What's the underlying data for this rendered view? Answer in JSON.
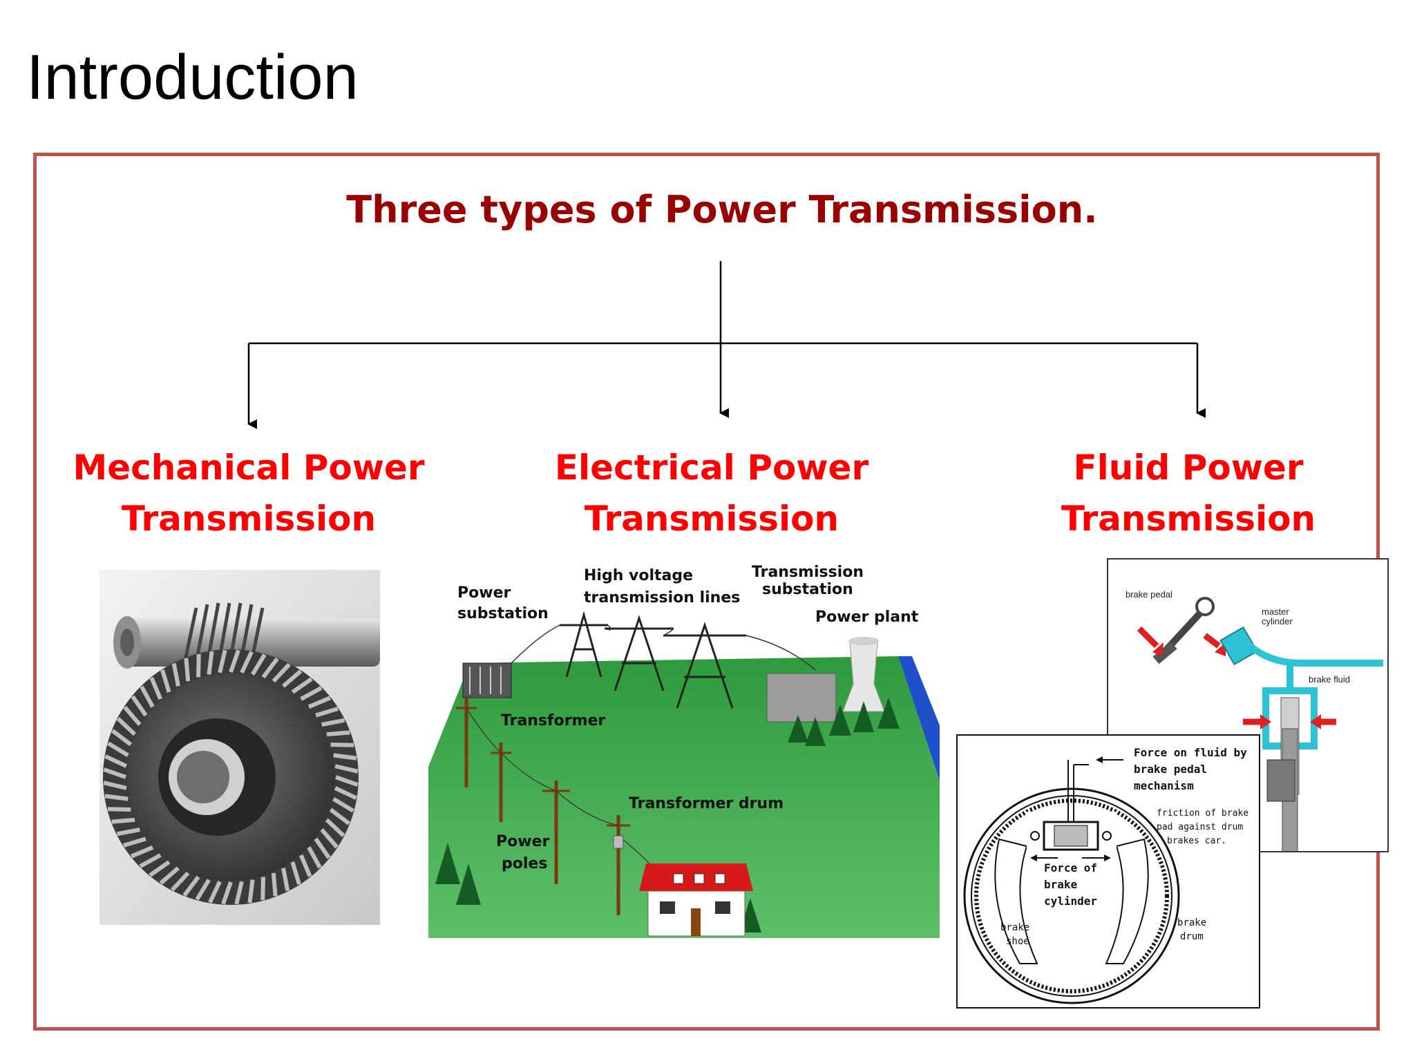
{
  "slide": {
    "title": "Introduction"
  },
  "diagram": {
    "title": "Three types of Power Transmission.",
    "branches": [
      {
        "line1": "Mechanical Power",
        "line2": "Transmission"
      },
      {
        "line1": "Electrical Power",
        "line2": "Transmission"
      },
      {
        "line1": "Fluid Power",
        "line2": "Transmission"
      }
    ]
  },
  "electrical_image": {
    "labels": {
      "power_substation_1": "Power",
      "power_substation_2": "substation",
      "high_voltage_1": "High voltage",
      "high_voltage_2": "transmission lines",
      "transmission_substation_1": "Transmission",
      "transmission_substation_2": "substation",
      "power_plant": "Power plant",
      "transformer": "Transformer",
      "transformer_drum": "Transformer drum",
      "power_poles_1": "Power",
      "power_poles_2": "poles"
    }
  },
  "fluid_image": {
    "labels": {
      "brake_pedal": "brake pedal",
      "master_cylinder_1": "master",
      "master_cylinder_2": "cylinder",
      "brake_fluid": "brake fluid"
    }
  },
  "brake_image": {
    "labels": {
      "force_fluid_1": "Force on fluid by",
      "force_fluid_2": "brake pedal",
      "force_fluid_3": "mechanism",
      "friction_1": "friction of brake",
      "friction_2": "pad against drum",
      "friction_3": "brakes car.",
      "force_cyl_1": "Force of",
      "force_cyl_2": "brake",
      "force_cyl_3": "cylinder",
      "brake_shoe_1": "brake",
      "brake_shoe_2": "shoe",
      "brake_drum_1": "brake",
      "brake_drum_2": "drum"
    }
  },
  "colors": {
    "frame": "#c0504d",
    "title_dark_red": "#990000",
    "branch_red": "#ff0000",
    "grass": "#3fa34d",
    "fluid_cyan": "#2cc3d6"
  }
}
